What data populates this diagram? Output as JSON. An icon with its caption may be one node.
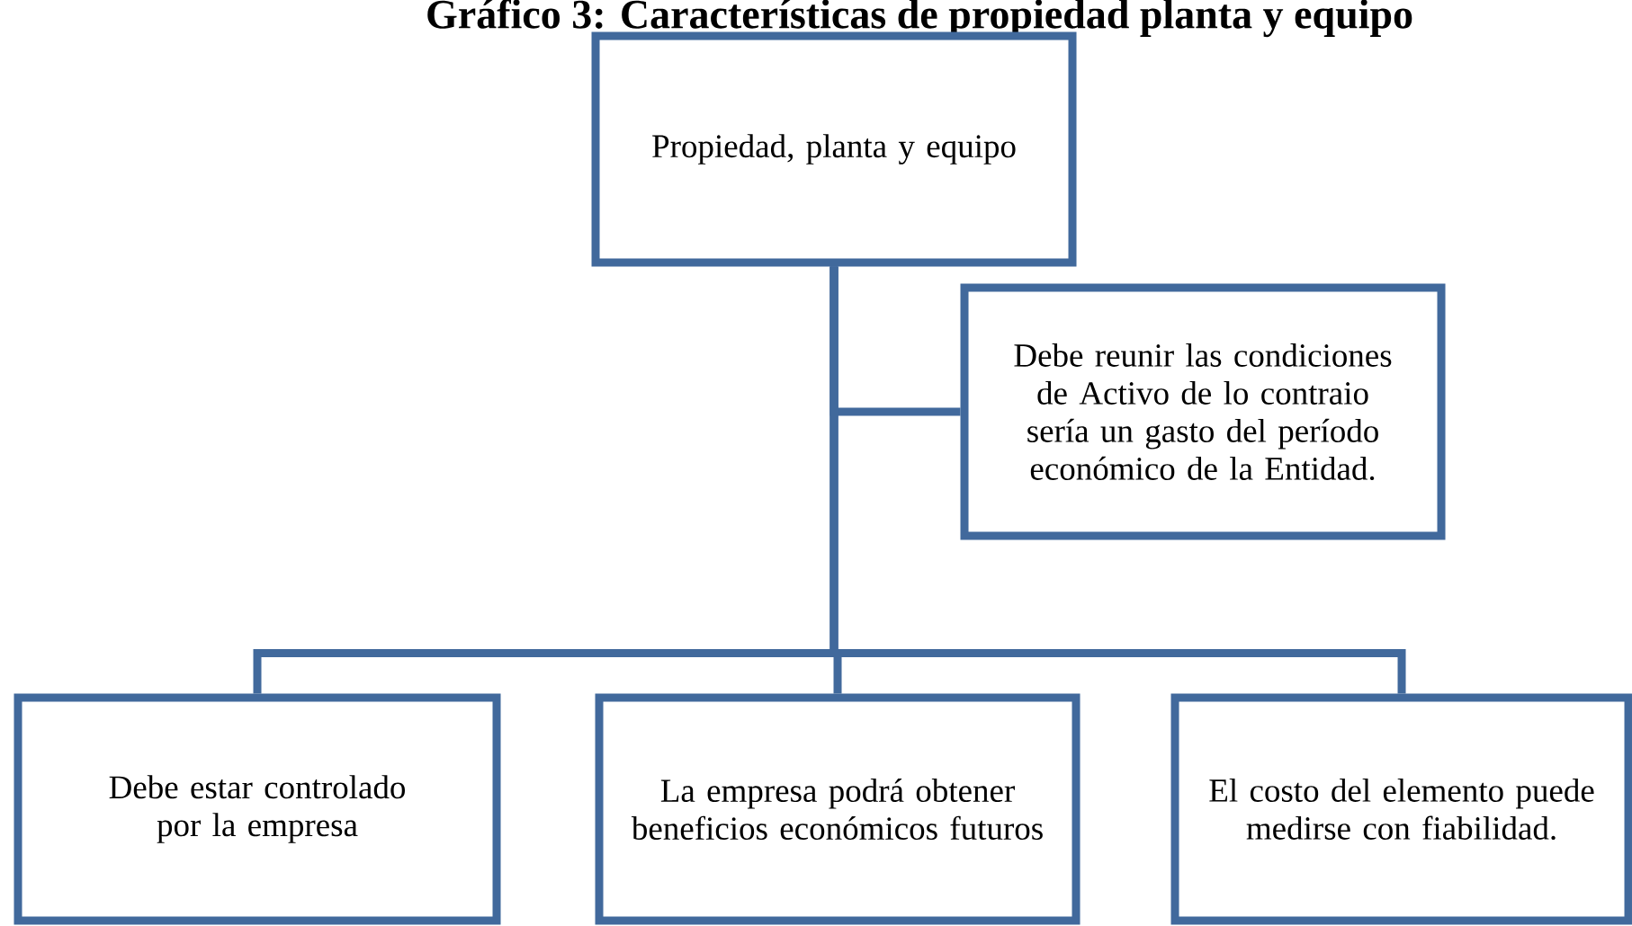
{
  "diagram": {
    "title": "Gráfico 3: Características de propiedad planta y equipo",
    "nodes": [
      {
        "text": [
          "Propiedad, planta y equipo"
        ]
      },
      {
        "text": [
          "Debe reunir las condiciones de Activo de lo contraio sería un gasto del período económico de la Entidad."
        ]
      },
      {
        "text": [
          "Debe estar controlado por la empresa"
        ]
      },
      {
        "text": [
          "La empresa podrá obtener beneficios económicos futuros"
        ]
      },
      {
        "text": [
          "El costo del elemento puede medirse con fiabilidad."
        ]
      }
    ],
    "edges": [
      {
        "from": 0,
        "to": 1,
        "arrow": "none"
      },
      {
        "from": 0,
        "to": 2,
        "arrow": "none"
      },
      {
        "from": 0,
        "to": 3,
        "arrow": "none"
      },
      {
        "from": 0,
        "to": 4,
        "arrow": "none"
      }
    ]
  }
}
